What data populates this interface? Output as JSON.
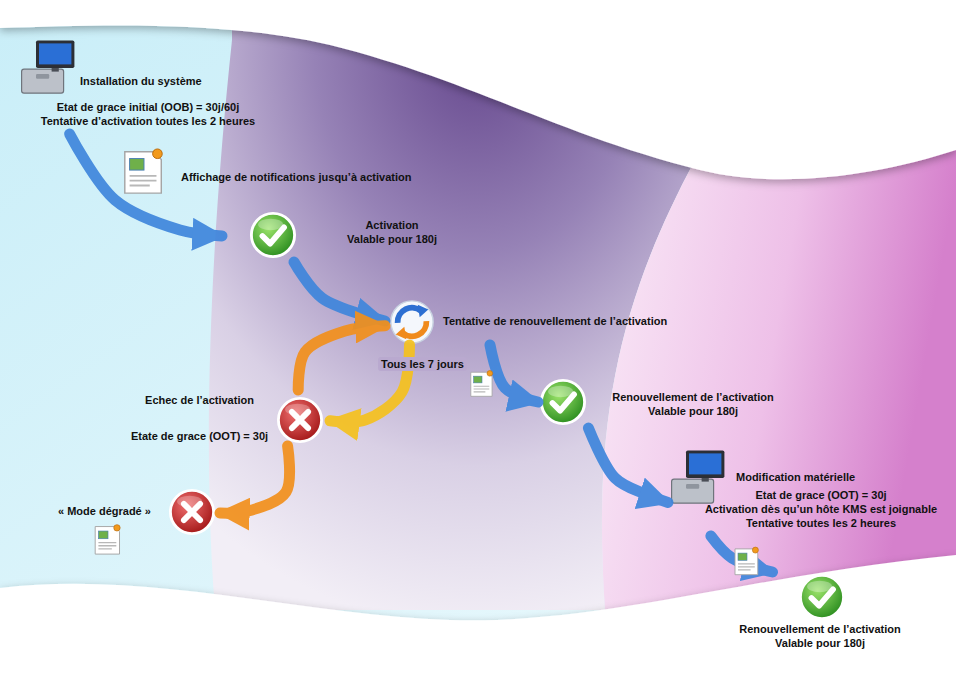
{
  "diagram": {
    "nodes": [
      {
        "text": [
          "Installation du système",
          "Etat de grace initial (OOB) = 30j/60j",
          "Tentative d’activation toutes les 2 heures"
        ]
      },
      {
        "text": [
          "Activation",
          "Valable pour 180j"
        ]
      },
      {
        "text": [
          "Tentative de renouvellement de l’activation"
        ]
      },
      {
        "text": [
          "Echec de l’activation",
          "Etate de grace (OOT) = 30j"
        ]
      },
      {
        "text": [
          "« Mode dégradé »"
        ]
      },
      {
        "text": [
          "Renouvellement de l’activation",
          "Valable pour 180j"
        ]
      },
      {
        "text": [
          "Modification matérielle",
          "Etat de grace (OOT) = 30j",
          "Activation dès qu’un hôte KMS est joignable",
          "Tentative toutes les 2 heures"
        ]
      },
      {
        "text": [
          "Renouvellement de l’activation",
          "Valable pour 180j"
        ]
      }
    ],
    "edges": [
      {
        "from": 0,
        "to": 1,
        "arrow": "to"
      },
      {
        "from": 1,
        "to": 2,
        "arrow": "to"
      },
      {
        "from": 2,
        "to": 5,
        "arrow": "to"
      },
      {
        "from": 2,
        "to": 3,
        "arrow": "to"
      },
      {
        "from": 3,
        "to": 2,
        "arrow": "to"
      },
      {
        "from": 3,
        "to": 4,
        "arrow": "to"
      },
      {
        "from": 5,
        "to": 6,
        "arrow": "to"
      },
      {
        "from": 6,
        "to": 7,
        "arrow": "to"
      }
    ],
    "labels": [
      "Affichage de notifications jusqu’à activation",
      "Tous les 7 jours"
    ]
  }
}
